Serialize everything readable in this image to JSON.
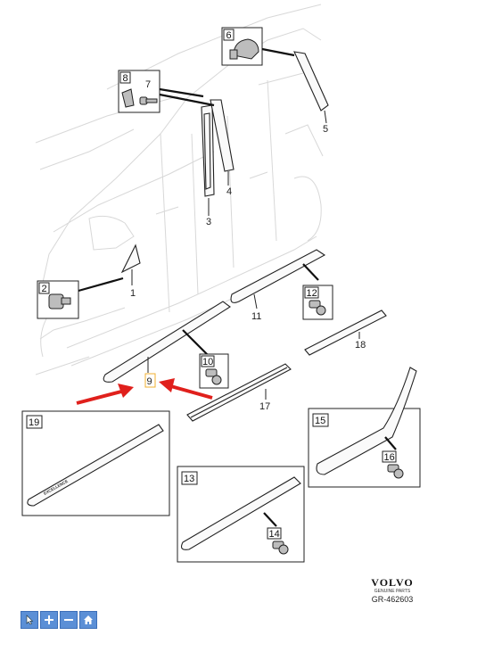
{
  "parts": {
    "p1": "1",
    "p2": "2",
    "p3": "3",
    "p4": "4",
    "p5": "5",
    "p6": "6",
    "p7": "7",
    "p8": "8",
    "p9": "9",
    "p10": "10",
    "p11": "11",
    "p12": "12",
    "p13": "13",
    "p14": "14",
    "p15": "15",
    "p16": "16",
    "p17": "17",
    "p18": "18",
    "p19": "19"
  },
  "emblem_text": "EXCELLENCE",
  "brand": {
    "name": "VOLVO",
    "subtitle": "GENUINE PARTS"
  },
  "document_code": "GR-462603",
  "colors": {
    "arrow": "#e0201c",
    "highlight": "#f0b030",
    "toolbar": "#5b8fd6"
  },
  "toolbar": {
    "buttons": [
      {
        "icon": "pointer-icon"
      },
      {
        "icon": "zoom-in-icon"
      },
      {
        "icon": "zoom-out-icon"
      },
      {
        "icon": "home-icon"
      }
    ]
  }
}
